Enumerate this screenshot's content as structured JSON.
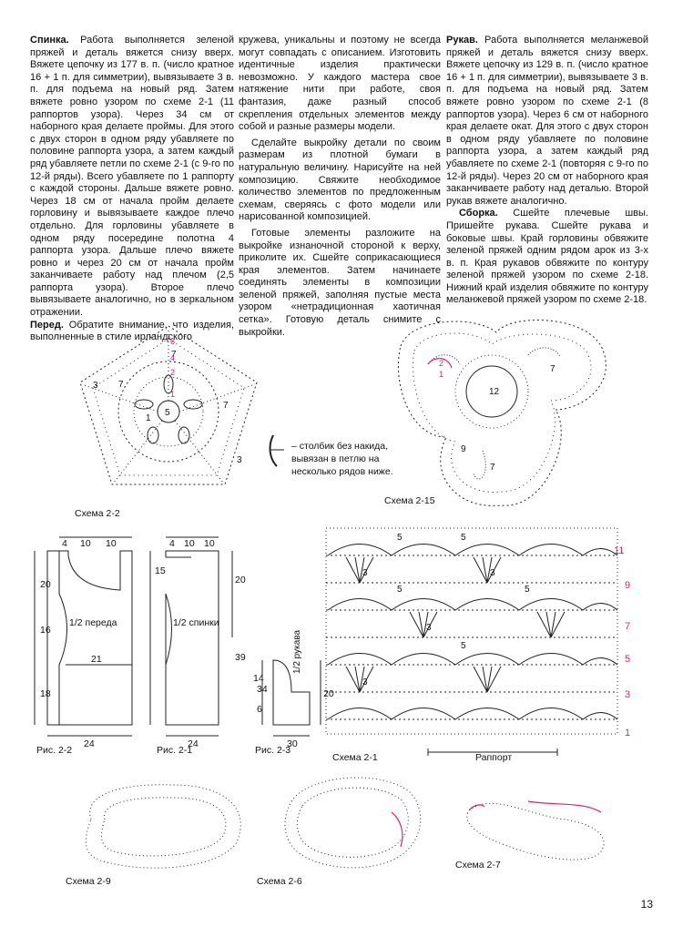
{
  "columns": {
    "back": {
      "heading": "Спинка.",
      "text": "Работа выполняется зеленой пряжей и деталь вяжется снизу вверх. Вяжете цепочку из 177 в. п. (число кратное 16 + 1 п. для симметрии), вывязываете 3 в. п. для подъема на новый ряд. Затем вяжете ровно узором по схеме 2-1 (11 раппортов узора). Через 34 см от наборного края делаете проймы. Для этого с двух сторон в одном ряду убавляете по половине раппорта узора, а затем каждый ряд убавляете петли по схеме 2-1 (с 9-го по 12-й ряды). Всего убавляете по 1 раппорту с каждой стороны. Дальше вяжете ровно. Через 18 см от начала пройм делаете горловину и вывязываете каждое плечо отдельно. Для горловины убавляете в одном ряду посередине полотна 4 раппорта узора. Дальше плечо вяжете ровно и через 20 см от начала пройм заканчиваете работу над плечом (2,5 раппорта узора). Второе плечо вывязываете аналогично, но в зеркальном отражении."
    },
    "front": {
      "heading": "Перед.",
      "text": "Обратите внимание, что изделия, выполненные в стиле ирландского"
    },
    "middle": {
      "p1": "кружева, уникальны и поэтому не всегда могут совпадать с описанием. Изготовить идентичные изделия практически невозможно. У каждого мастера свое натяжение нити при работе, своя фантазия, даже разный способ скрепления отдельных элементов между собой и разные размеры модели.",
      "p2": "Сделайте выкройку детали по своим размерам из плотной бумаги в натуральную величину. Нарисуйте на ней композицию. Свяжите необходимое количество элементов по предложенным схемам, сверяясь с фото модели или нарисованной композицией.",
      "p3": "Готовые элементы разложите на выкройке изнаночной стороной к верху, приколите их. Сшейте соприкасающиеся края элементов. Затем начинаете соединять элементы в композиции зеленой пряжей, заполняя пустые места узором «нетрадиционная хаотичная сетка». Готовую деталь снимите с выкройки."
    },
    "sleeve": {
      "heading": "Рукав.",
      "text": "Работа выполняется меланжевой пряжей и деталь вяжется снизу вверх. Вяжете цепочку из 129 в. п. (число кратное 16 + 1 п. для симметрии), вывязываете 3 в. п. для подъема на новый ряд. Затем вяжете ровно узором по схеме 2-1 (8 раппортов узора). Через 6 см от наборного края делаете окат. Для этого с двух сторон в одном ряду убавляете по половине раппорта узора, а затем каждый ряд убавляете по схеме 2-1 (повторяя с 9-го по 12-й ряды). Через 20 см от наборного края заканчиваете работу над деталью. Второй рукав вяжете аналогично."
    },
    "assembly": {
      "heading": "Сборка.",
      "text": "Сшейте плечевые швы. Пришейте рукава. Сшейте рукава и боковые швы. Край горловины обвяжите зеленой пряжей одним рядом арок из 3-х в. п. Края рукавов обвяжите по контуру зеленой пряжей узором по схеме 2-18. Нижний край изделия обвяжите по контуру меланжевой пряжей узором по схеме 2-18."
    }
  },
  "legend": {
    "text": "– столбик без накида, вывязан в петлю на несколько рядов ниже."
  },
  "captions": {
    "s22": "Схема 2-2",
    "s215": "Схема 2-15",
    "r22": "Рис. 2-2",
    "r21": "Рис. 2-1",
    "r23": "Рис. 2-3",
    "s21": "Схема 2-1",
    "rapport": "Раппорт",
    "s29": "Схема 2-9",
    "s26": "Схема 2-6",
    "s27": "Схема 2-7"
  },
  "patterns": {
    "front": {
      "label": "1/2 переда",
      "top": [
        "4",
        "10",
        "10"
      ],
      "left": [
        "20",
        "16",
        "18"
      ],
      "mid": "21",
      "bottom": "24"
    },
    "back": {
      "label": "1/2 спинки",
      "top": [
        "4",
        "10",
        "10"
      ],
      "right": [
        "15",
        "20"
      ],
      "height": "39",
      "bottom": "24"
    },
    "sleeve": {
      "label": "1/2 рукава",
      "left": [
        "14",
        "6"
      ],
      "height": "34",
      "right": "20",
      "bottom": "30"
    }
  },
  "motif_numbers": {
    "s22": [
      "5",
      "7",
      "7",
      "7",
      "3",
      "3",
      "1",
      "1",
      "2",
      "4",
      "6"
    ],
    "s215": [
      "12",
      "7",
      "7",
      "9",
      "2",
      "1"
    ],
    "s21": [
      "5",
      "3",
      "5",
      "3",
      "5",
      "3",
      "5",
      "3",
      "5"
    ]
  },
  "row_numbers": [
    "1",
    "3",
    "5",
    "7",
    "9",
    "11"
  ],
  "page_number": "13",
  "colors": {
    "text": "#111111",
    "accent": "#e0206e"
  }
}
